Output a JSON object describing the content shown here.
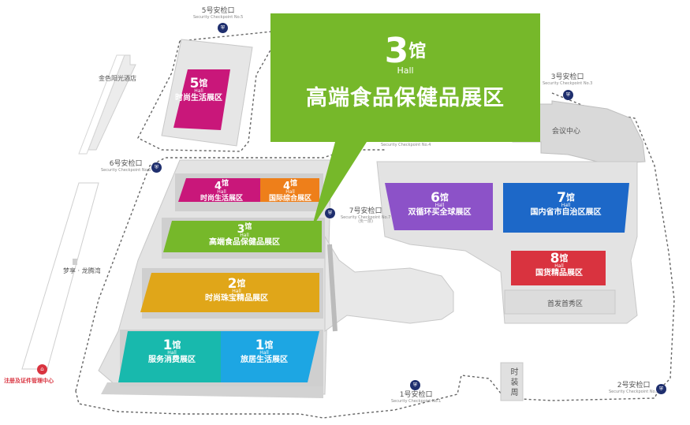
{
  "callout": {
    "number": "3",
    "guan": "馆",
    "hall": "Hall",
    "name": "高端食品保健品展区",
    "color": "#76b82a"
  },
  "halls": [
    {
      "id": "5",
      "number": "5",
      "guan": "馆",
      "hall": "Hall",
      "name": "时尚生活展区",
      "color": "#c9177a"
    },
    {
      "id": "4a",
      "number": "4",
      "guan": "馆",
      "hall": "Hall",
      "name": "时尚生活展区",
      "color": "#c9177a"
    },
    {
      "id": "4b",
      "number": "4",
      "guan": "馆",
      "hall": "Hall",
      "name": "国际综合展区",
      "color": "#ee7f1a"
    },
    {
      "id": "3",
      "number": "3",
      "guan": "馆",
      "hall": "Hall",
      "name": "高端食品保健品展区",
      "color": "#76b82a"
    },
    {
      "id": "2",
      "number": "2",
      "guan": "馆",
      "hall": "Hall",
      "name": "时尚珠宝精品展区",
      "color": "#e0a619"
    },
    {
      "id": "1a",
      "number": "1",
      "guan": "馆",
      "hall": "Hall",
      "name": "服务消费展区",
      "color": "#18b9ad"
    },
    {
      "id": "1b",
      "number": "1",
      "guan": "馆",
      "hall": "Hall",
      "name": "旅居生活展区",
      "color": "#1da6e3"
    },
    {
      "id": "6",
      "number": "6",
      "guan": "馆",
      "hall": "Hall",
      "name": "双循环买全球展区",
      "color": "#8c52c8"
    },
    {
      "id": "7",
      "number": "7",
      "guan": "馆",
      "hall": "Hall",
      "name": "国内省市自治区展区",
      "color": "#1d68c8"
    },
    {
      "id": "8",
      "number": "8",
      "guan": "馆",
      "hall": "Hall",
      "name": "国货精品展区",
      "color": "#d9333f"
    }
  ],
  "checkpoints": {
    "cp5": {
      "name": "5号安检口",
      "sub": "Security Checkpoint No.5"
    },
    "cp3": {
      "name": "3号安检口",
      "sub": "Security Checkpoint No.3"
    },
    "cp6": {
      "name": "6号安检口",
      "sub": "Security Checkpoint No.6"
    },
    "cp4": {
      "name": "Security Checkpoint No.4"
    },
    "cp7": {
      "name": "7号安检口",
      "sub": "Security Checkpoint No.7",
      "note": "(负一层)"
    },
    "cp1": {
      "name": "1号安检口",
      "sub": "Security Checkpoint No.1"
    },
    "cp2": {
      "name": "2号安检口",
      "sub": "Security Checkpoint No.2"
    }
  },
  "places": {
    "hotel": "金色阳光酒店",
    "meeting": "会议中心",
    "garden": "梦享 · 龙腾湾",
    "admin": "注册及证件管理中心",
    "premiere": "首发首秀区",
    "shizhuang": "时装周"
  },
  "icons": {
    "security": "security-icon",
    "admin": "admin-center-icon"
  }
}
